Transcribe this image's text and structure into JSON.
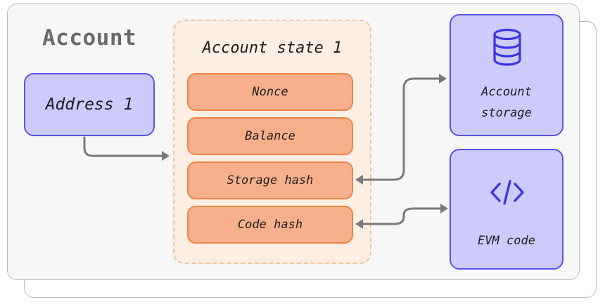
{
  "diagram": {
    "title": "Account",
    "address": "Address 1",
    "account_state": {
      "title": "Account state 1",
      "fields": [
        "Nonce",
        "Balance",
        "Storage hash",
        "Code hash"
      ]
    },
    "storage": {
      "line1": "Account",
      "line2": "storage",
      "icon": "database-icon"
    },
    "evm": {
      "label": "EVM code",
      "icon": "code-icon"
    },
    "colors": {
      "purple_fill": "#cccbfb",
      "purple_border": "#5a55e6",
      "orange_fill": "#f7b08b",
      "orange_border": "#ee8348",
      "state_bg": "#fdeee3",
      "arrow": "#7a7a7a"
    }
  }
}
